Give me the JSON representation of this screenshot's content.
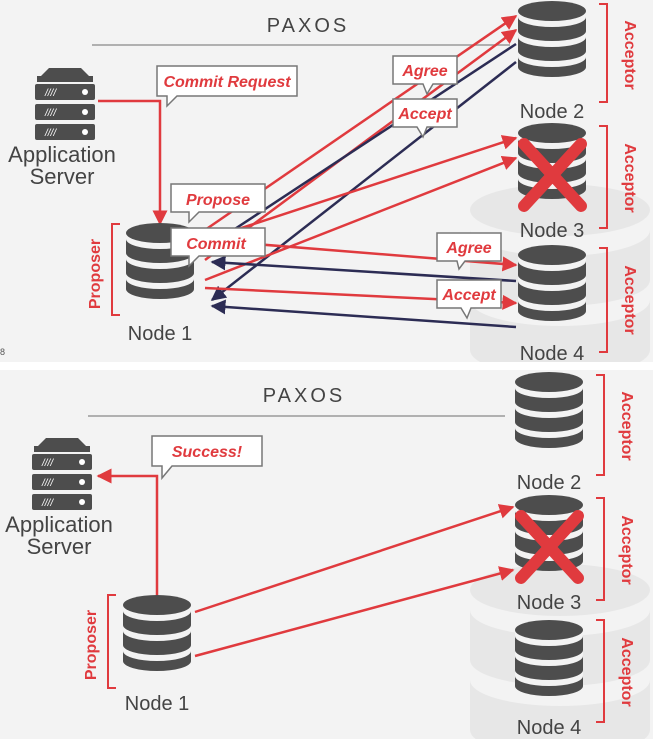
{
  "colors": {
    "red": "#e03a3e",
    "navy": "#2c2c54",
    "gray": "#4d4d4d",
    "bg": "#f3f3f3"
  },
  "top": {
    "title": "PAXOS",
    "app_server_line1": "Application",
    "app_server_line2": "Server",
    "proposer_label": "Proposer",
    "acceptor_label": "Acceptor",
    "nodes": {
      "n1": "Node 1",
      "n2": "Node 2",
      "n3": "Node 3",
      "n4": "Node 4"
    },
    "bubbles": {
      "commit_request": "Commit Request",
      "propose": "Propose",
      "commit": "Commit",
      "agree_n2": "Agree",
      "accept_n2": "Accept",
      "agree_n4": "Agree",
      "accept_n4": "Accept"
    },
    "failed_node": "Node 3",
    "page_number": "8"
  },
  "bottom": {
    "title": "PAXOS",
    "app_server_line1": "Application",
    "app_server_line2": "Server",
    "proposer_label": "Proposer",
    "acceptor_label": "Acceptor",
    "nodes": {
      "n1": "Node 1",
      "n2": "Node 2",
      "n3": "Node 3",
      "n4": "Node 4"
    },
    "bubbles": {
      "success": "Success!"
    },
    "failed_node": "Node 3"
  }
}
